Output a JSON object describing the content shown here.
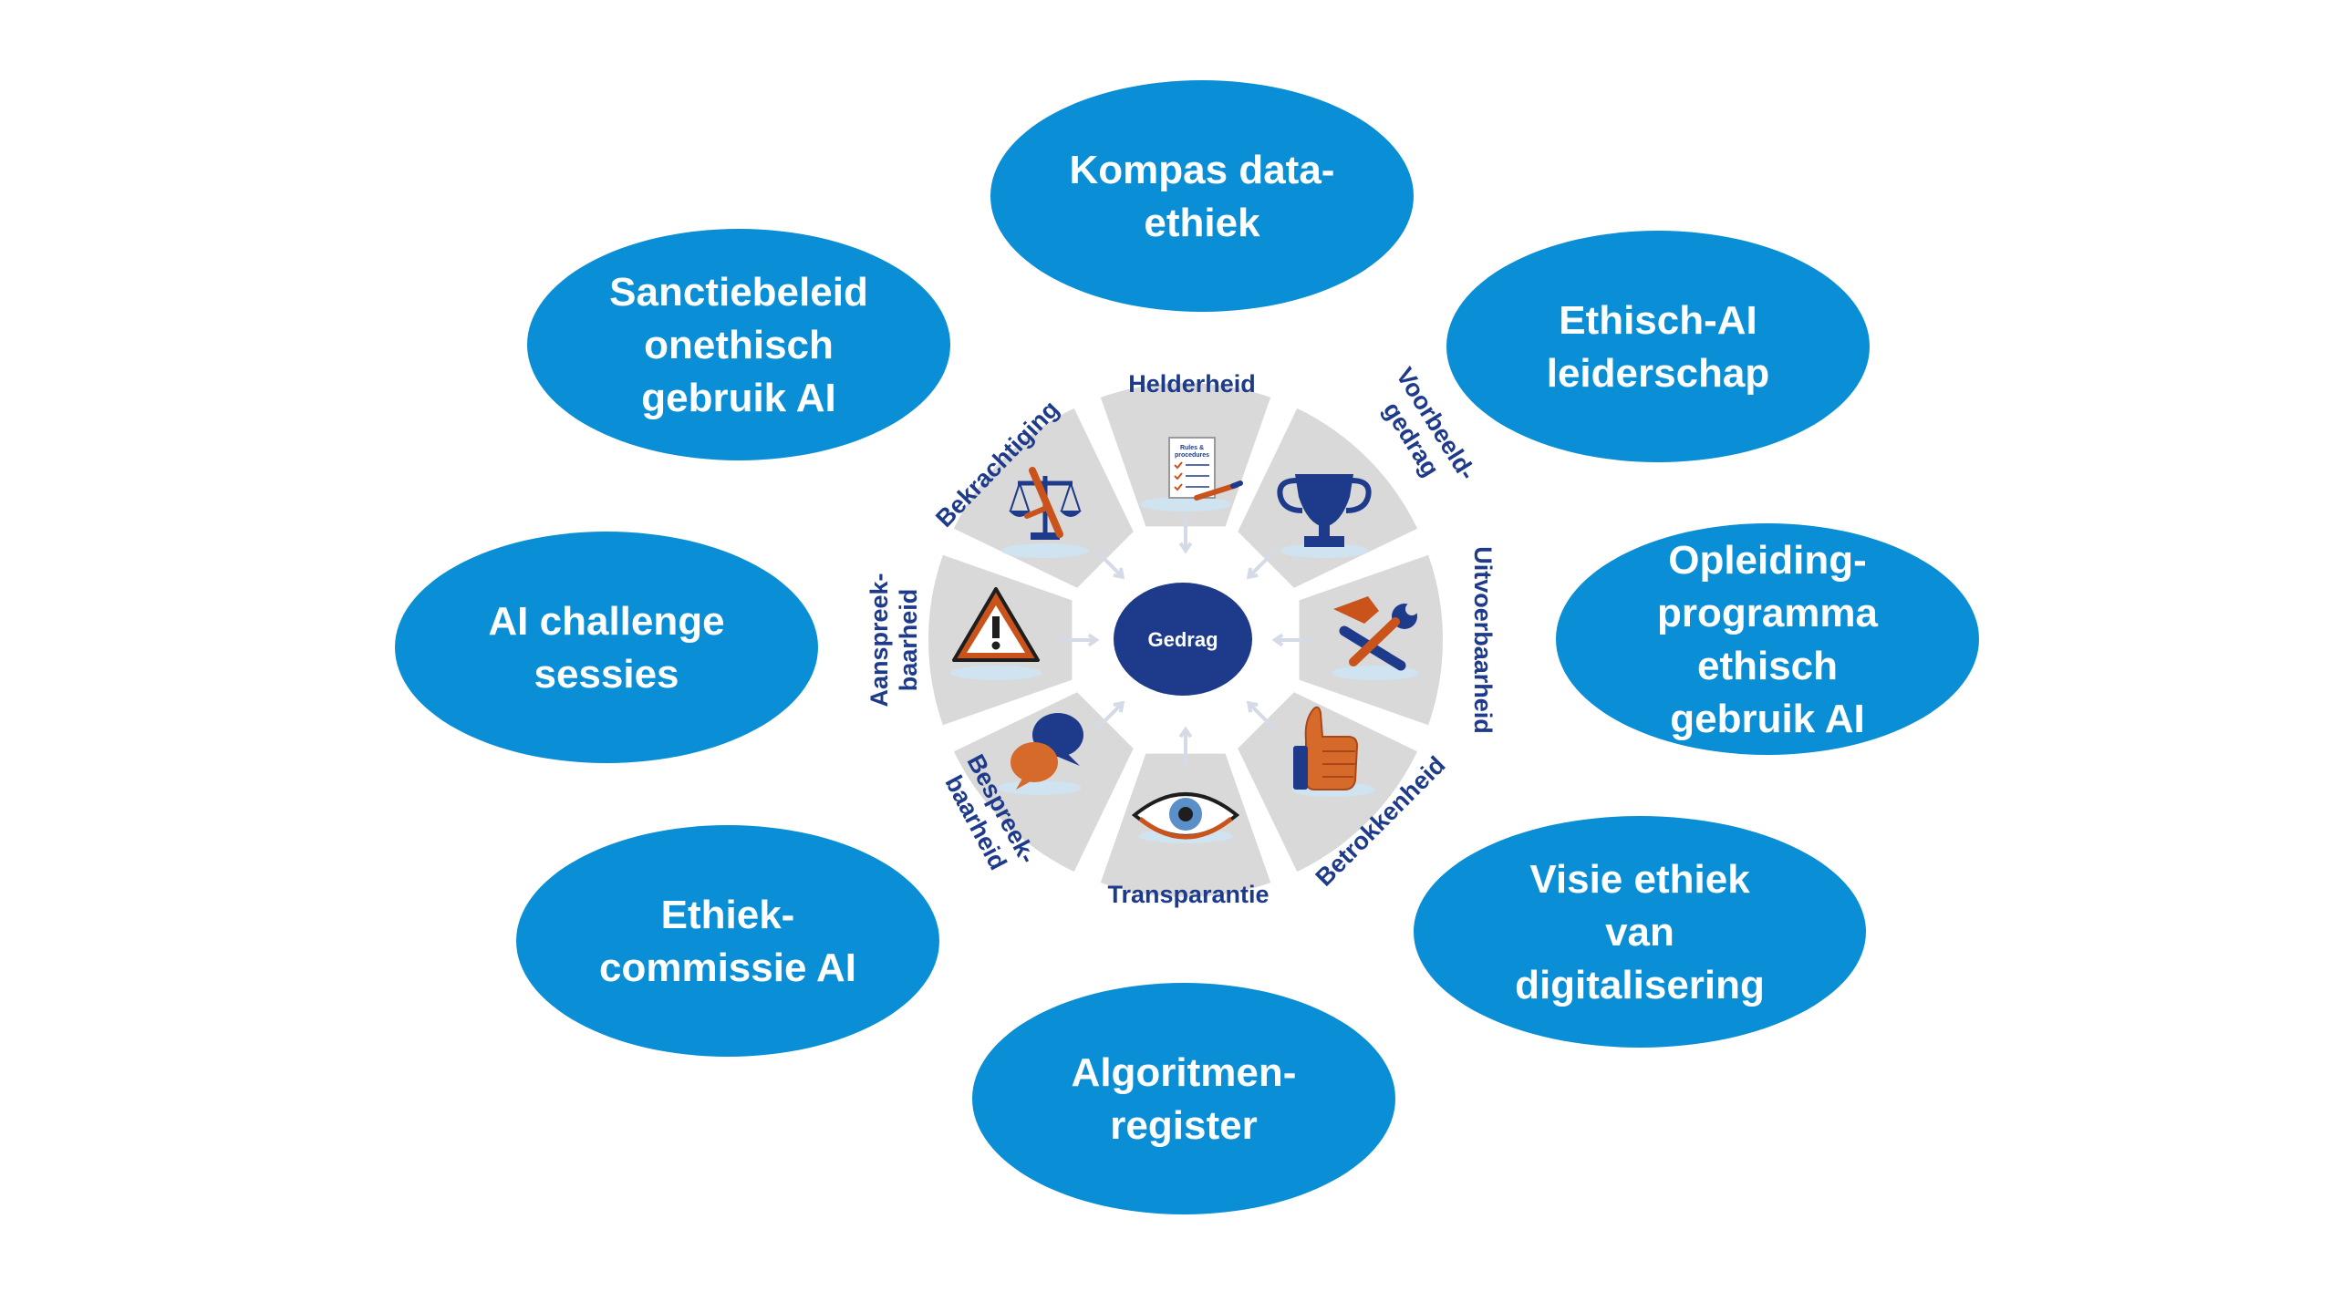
{
  "colors": {
    "bubble": "#0a8ed6",
    "navy": "#1e3a8a",
    "segment": "#d9d9d9",
    "orange": "#c9531a"
  },
  "outer_items": [
    [
      "Kompas data-",
      "ethiek"
    ],
    [
      "Ethisch-AI",
      "leiderschap"
    ],
    [
      "Opleiding-",
      "programma",
      "ethisch",
      "gebruik AI"
    ],
    [
      "Visie ethiek",
      "van",
      "digitalisering"
    ],
    [
      "Algoritmen-",
      "register"
    ],
    [
      "Ethiek-",
      "commissie AI"
    ],
    [
      "AI challenge",
      "sessies"
    ],
    [
      "Sanctiebeleid",
      "onethisch",
      "gebruik AI"
    ]
  ],
  "wheel": {
    "center": "Gedrag",
    "segments": [
      {
        "lines": [
          "Helderheid"
        ],
        "icon": "rules-procedures-icon",
        "icon_text": [
          "Rules &",
          "procedures"
        ]
      },
      {
        "lines": [
          "Voorbeeld-",
          "gedrag"
        ],
        "icon": "trophy-icon"
      },
      {
        "lines": [
          "Uitvoerbaarheid"
        ],
        "icon": "tools-icon"
      },
      {
        "lines": [
          "Betrokkenheid"
        ],
        "icon": "thumbs-up-icon"
      },
      {
        "lines": [
          "Transparantie"
        ],
        "icon": "eye-icon"
      },
      {
        "lines": [
          "Bespreek-",
          "baarheid"
        ],
        "icon": "chat-bubbles-icon"
      },
      {
        "lines": [
          "Aanspreek-",
          "baarheid"
        ],
        "icon": "warning-icon"
      },
      {
        "lines": [
          "Bekrachtiging"
        ],
        "icon": "scales-sword-icon"
      }
    ]
  }
}
